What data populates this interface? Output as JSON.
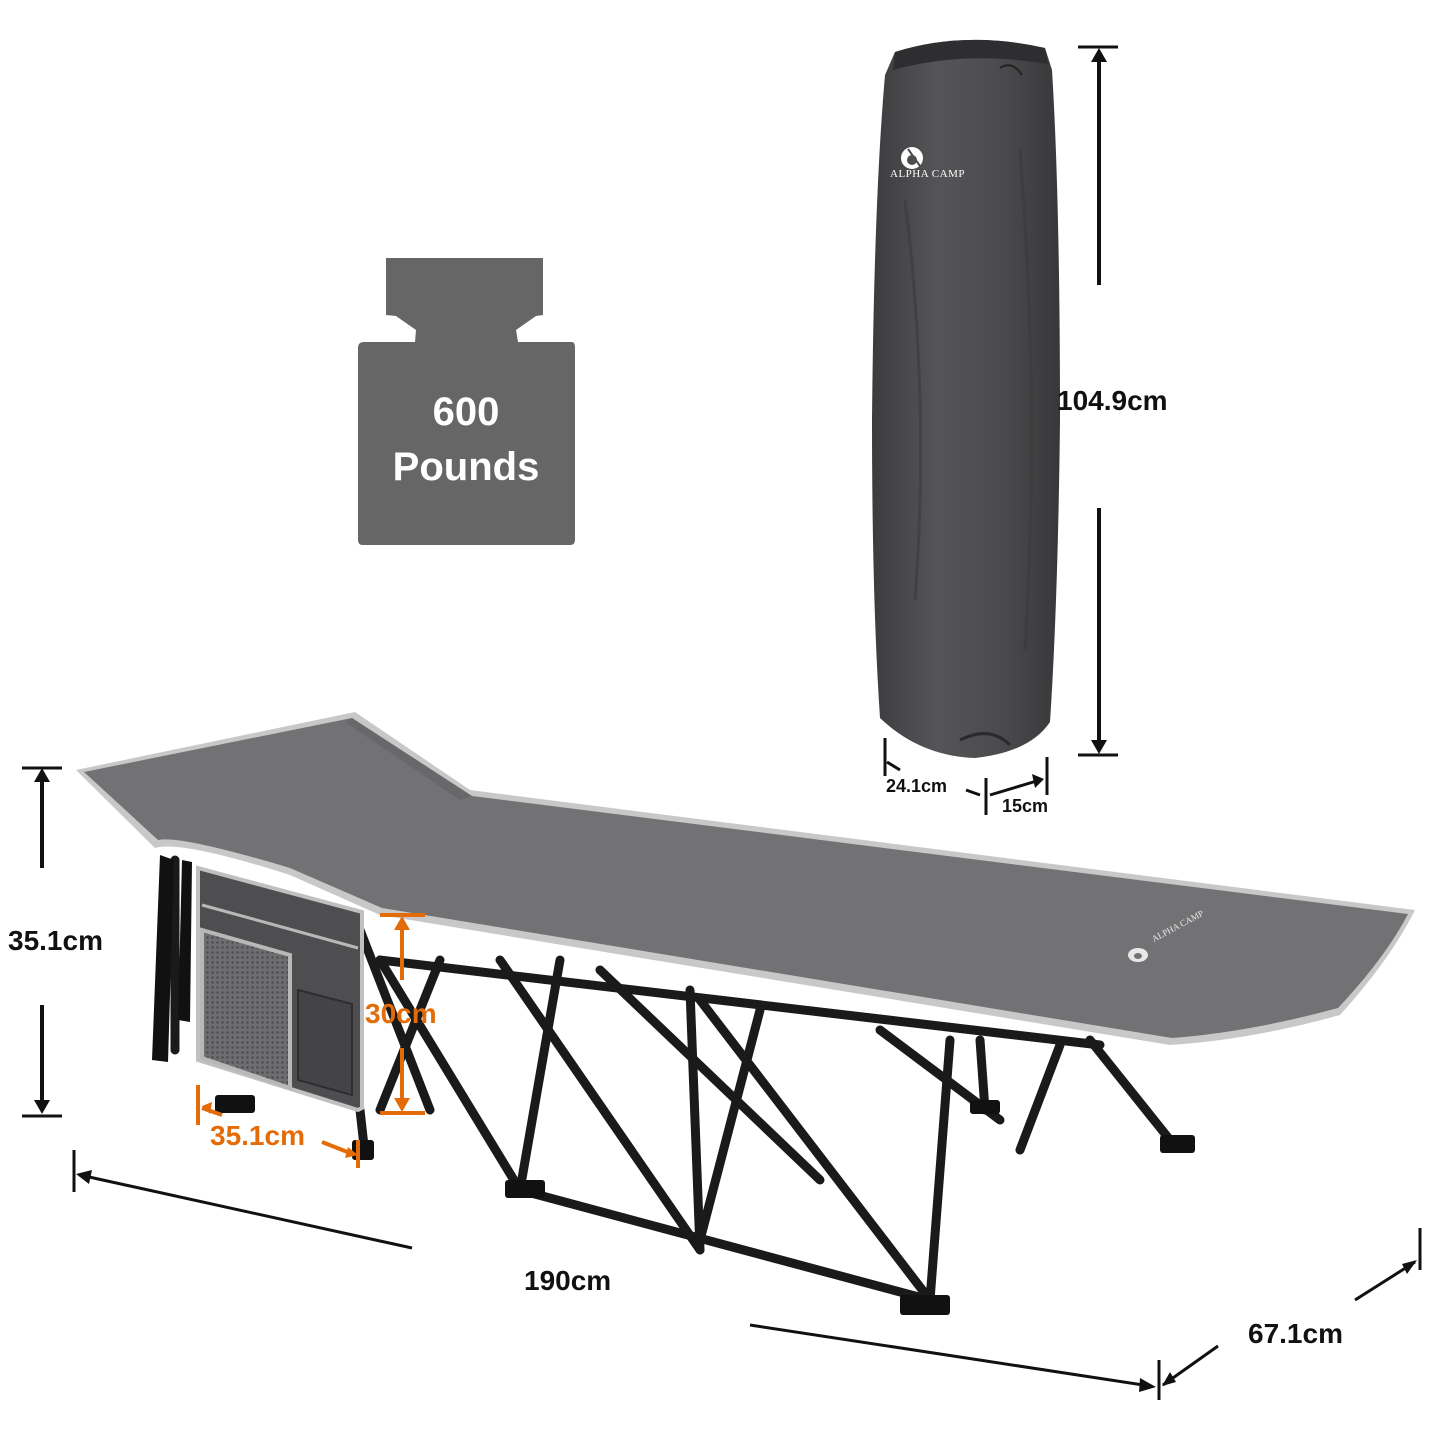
{
  "weight_badge": {
    "value": "600",
    "unit": "Pounds",
    "color": "#666666"
  },
  "carry_bag": {
    "brand": "ALPHA CAMP",
    "height_label": "104.9cm",
    "width_label": "24.1cm",
    "depth_label": "15cm",
    "color": "#4d4d4f"
  },
  "cot": {
    "brand": "ALPHA CAMP",
    "length_label": "190cm",
    "width_label": "67.1cm",
    "height_label": "35.1cm",
    "fabric_color": "#707072",
    "trim_color": "#c8c8c8",
    "frame_color": "#1a1a1a"
  },
  "side_pocket": {
    "height_label": "30cm",
    "width_label": "35.1cm",
    "accent_color": "#e36c09"
  }
}
